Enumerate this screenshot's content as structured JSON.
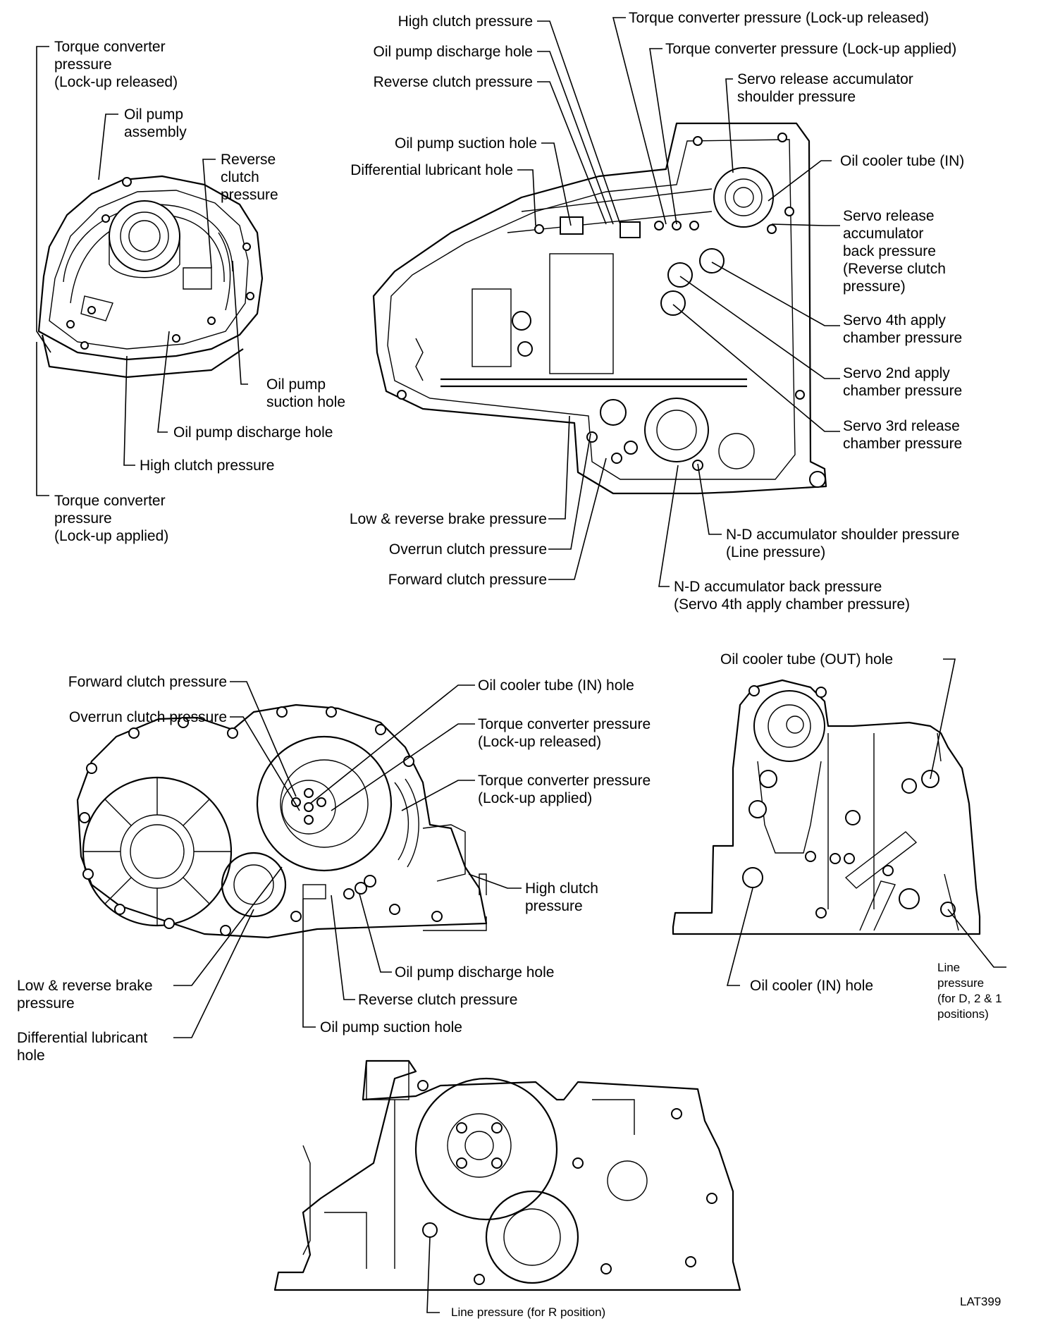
{
  "figure_code": "LAT399",
  "pump": {
    "tc_released": [
      "Torque converter",
      "pressure",
      "(Lock-up released)"
    ],
    "assembly": [
      "Oil pump",
      "assembly"
    ],
    "reverse": [
      "Reverse",
      "clutch",
      "pressure"
    ],
    "suction": [
      "Oil pump",
      "suction hole"
    ],
    "discharge": "Oil pump discharge hole",
    "high": "High clutch pressure",
    "tc_applied": [
      "Torque converter",
      "pressure",
      "(Lock-up applied)"
    ]
  },
  "case": {
    "high": "High clutch pressure",
    "discharge": "Oil pump discharge hole",
    "reverse": "Reverse clutch pressure",
    "suction": "Oil pump suction hole",
    "diff": "Differential lubricant hole",
    "tc_released": "Torque converter pressure (Lock-up released)",
    "tc_applied": "Torque converter pressure (Lock-up applied)",
    "servo_shoulder": [
      "Servo release accumulator",
      "shoulder pressure"
    ],
    "cooler_in": "Oil cooler tube (IN)",
    "servo_back": [
      "Servo release",
      "accumulator",
      "back pressure",
      "(Reverse clutch",
      "pressure)"
    ],
    "servo4": [
      "Servo 4th apply",
      "chamber pressure"
    ],
    "servo2": [
      "Servo 2nd apply",
      "chamber pressure"
    ],
    "servo3": [
      "Servo 3rd release",
      "chamber pressure"
    ],
    "low_rev": "Low & reverse brake pressure",
    "overrun": "Overrun clutch pressure",
    "forward": "Forward clutch pressure",
    "nd_shoulder": [
      "N-D accumulator shoulder pressure",
      "(Line pressure)"
    ],
    "nd_back": [
      "N-D accumulator back pressure",
      "(Servo 4th apply chamber pressure)"
    ]
  },
  "housing": {
    "forward": "Forward clutch pressure",
    "overrun": "Overrun clutch pressure",
    "cooler_in_hole": "Oil cooler tube (IN) hole",
    "tc_released": [
      "Torque converter pressure",
      "(Lock-up released)"
    ],
    "tc_applied": [
      "Torque converter pressure",
      "(Lock-up applied)"
    ],
    "high": [
      "High clutch",
      "pressure"
    ],
    "low_rev": [
      "Low & reverse brake",
      "pressure"
    ],
    "diff": [
      "Differential lubricant",
      "hole"
    ],
    "discharge": "Oil pump discharge hole",
    "reverse": "Reverse clutch pressure",
    "suction": "Oil pump suction hole"
  },
  "side": {
    "cooler_out": "Oil cooler tube (OUT) hole",
    "cooler_in": "Oil cooler (IN) hole",
    "line": [
      "Line",
      "pressure",
      "(for D, 2 & 1",
      "positions)"
    ]
  },
  "bottom": {
    "line_r": "Line pressure (for R position)"
  }
}
